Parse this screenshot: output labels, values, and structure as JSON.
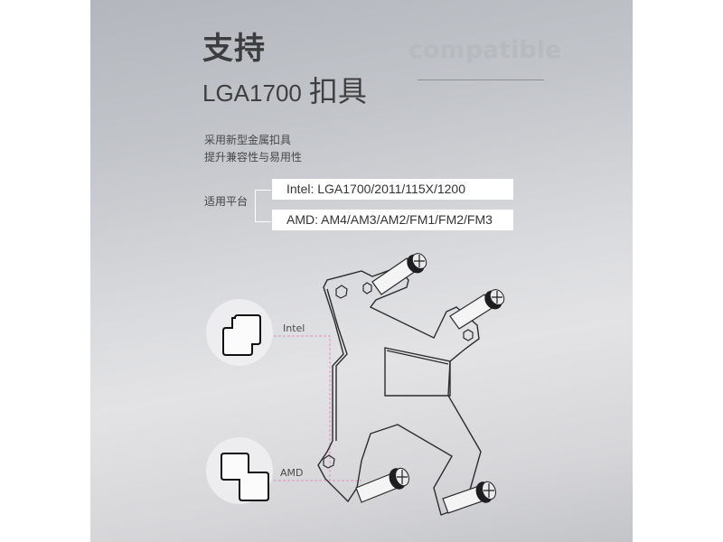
{
  "header": {
    "title_main": "支持",
    "title_sub_latin": "LGA1700",
    "title_sub_cn": "扣具",
    "watermark": "compatible"
  },
  "description": {
    "line1": "采用新型金属扣具",
    "line2": "提升兼容性与易用性"
  },
  "platforms": {
    "label": "适用平台",
    "intel": "Intel: LGA1700/2011/115X/1200",
    "amd": "AMD: AM4/AM3/AM2/FM1/FM2/FM3"
  },
  "callouts": {
    "intel_label": "Intel",
    "amd_label": "AMD",
    "intel_icon": "intel-hole-shape-icon",
    "amd_icon": "amd-hole-shape-icon"
  },
  "colors": {
    "dashed_line": "#e58fc7",
    "text_dark": "#3d3d3f",
    "watermark": "#b7babf"
  }
}
